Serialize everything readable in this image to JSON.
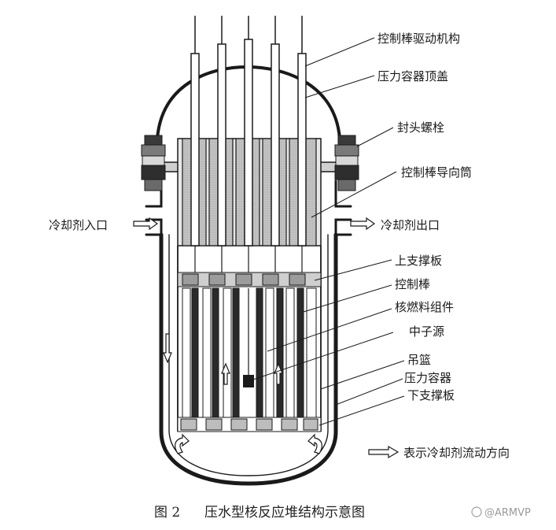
{
  "labels": {
    "crdm": "控制棒驱动机构",
    "head": "压力容器顶盖",
    "bolts": "封头螺栓",
    "guide_tube": "控制棒导向筒",
    "inlet": "冷却剂入口",
    "outlet": "冷却剂出口",
    "upper_plate": "上支撑板",
    "control_rod": "控制棒",
    "fuel": "核燃料组件",
    "neutron_source": "中子源",
    "basket": "吊篮",
    "vessel": "压力容器",
    "lower_plate": "下支撑板",
    "flow_legend": "表示冷却剂流动方向"
  },
  "caption": {
    "figure_no": "图 2",
    "title": "压水型核反应堆结构示意图"
  },
  "watermark": "@ARMVP",
  "colors": {
    "line": "#1a1a1a",
    "gray_fill": "#bdbdbd",
    "dark_fill": "#2b2b2b"
  }
}
